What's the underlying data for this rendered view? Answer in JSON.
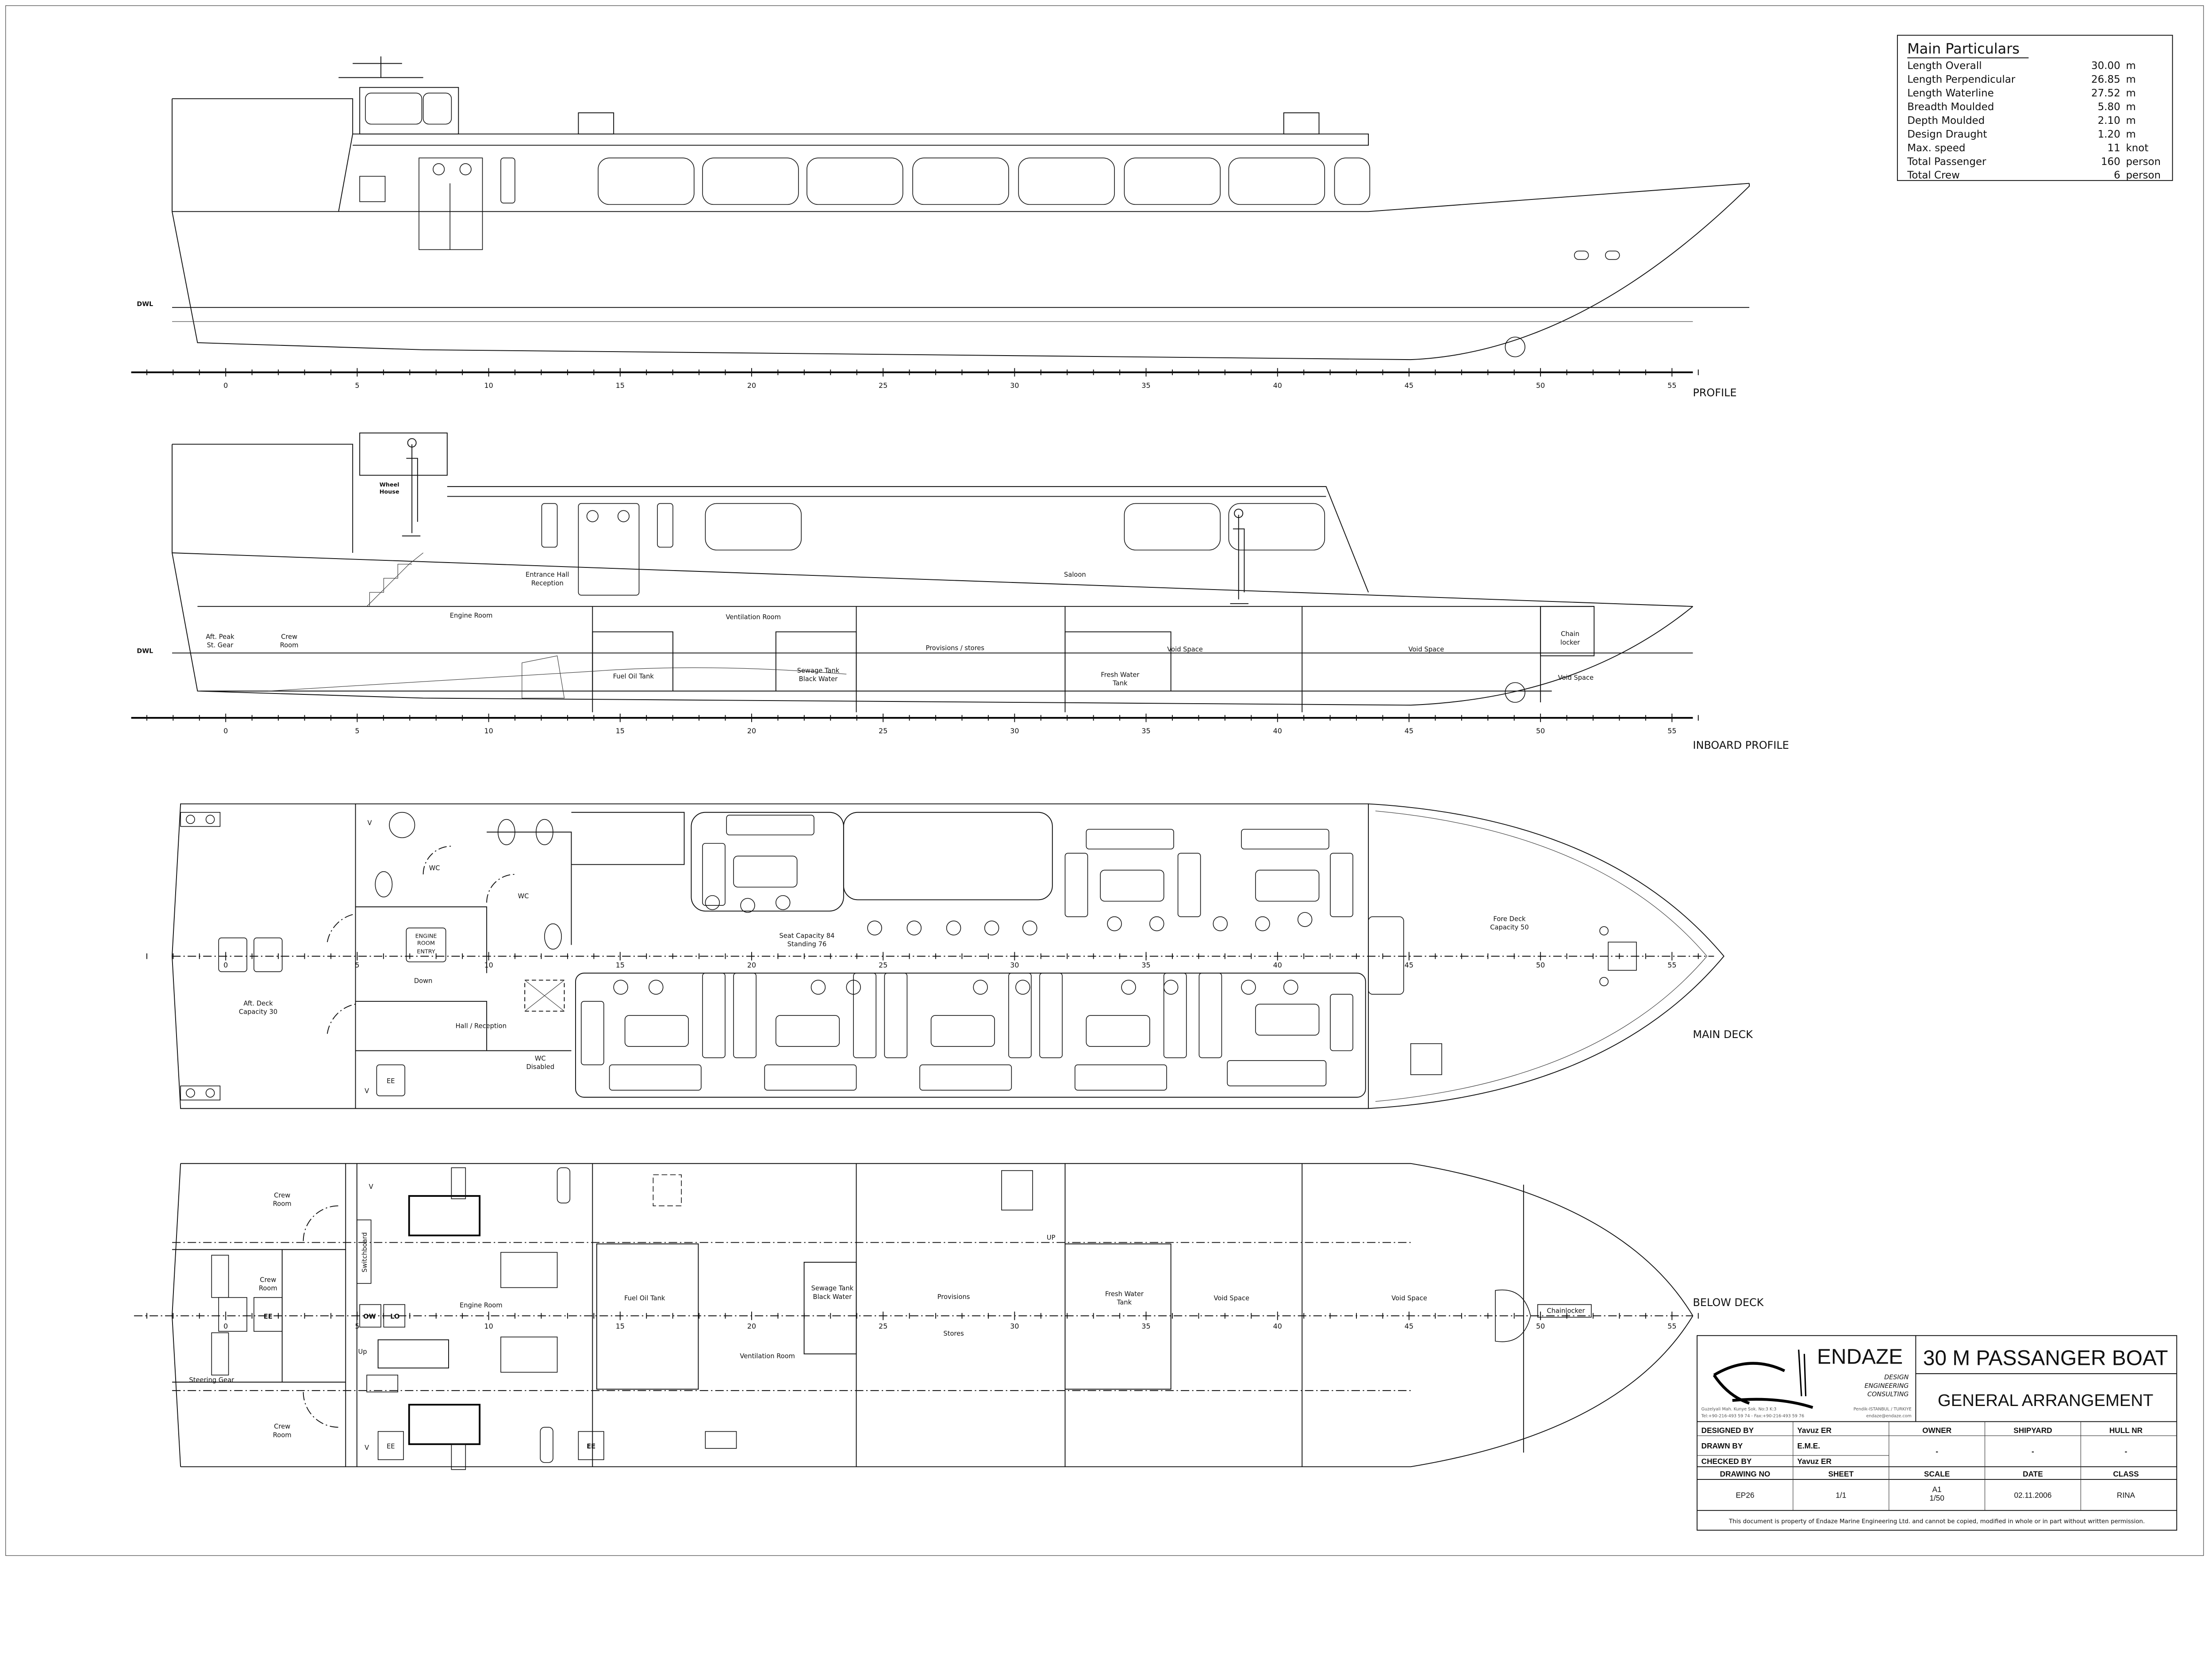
{
  "views": {
    "profile": "PROFILE",
    "inboard_profile": "INBOARD PROFILE",
    "main_deck": "MAIN DECK",
    "below_deck": "BELOW DECK"
  },
  "dwl_label": "DWL",
  "frame_numbers": [
    "0",
    "5",
    "10",
    "15",
    "20",
    "25",
    "30",
    "35",
    "40",
    "45",
    "50",
    "55"
  ],
  "inboard_labels": {
    "wheel_house_1": "Wheel",
    "wheel_house_2": "House",
    "entrance_1": "Entrance Hall",
    "entrance_2": "Reception",
    "saloon": "Saloon",
    "engine_room": "Engine Room",
    "ventilation_room": "Ventilation Room",
    "aft_peak_1": "Aft. Peak",
    "aft_peak_2": "St. Gear",
    "crew_1": "Crew",
    "crew_2": "Room",
    "provisions": "Provisions / stores",
    "fuel_oil_tank": "Fuel Oil Tank",
    "sewage_1": "Sewage Tank",
    "sewage_2": "Black Water",
    "fresh_1": "Fresh Water",
    "fresh_2": "Tank",
    "void_1": "Void Space",
    "void_2": "Void Space",
    "chain_1": "Chain",
    "chain_2": "locker",
    "void_3": "Void Space"
  },
  "main_deck_labels": {
    "v1": "V",
    "v2": "V",
    "wc1": "WC",
    "wc2": "WC",
    "engine_entry_1": "ENGINE",
    "engine_entry_2": "ROOM",
    "engine_entry_3": "ENTRY",
    "down": "Down",
    "aft_deck_1": "Aft. Deck",
    "aft_deck_2": "Capacity 30",
    "hall": "Hall / Reception",
    "wc_dis_1": "WC",
    "wc_dis_2": "Disabled",
    "ee": "EE",
    "seat_1": "Seat Capacity 84",
    "seat_2": "Standing 76",
    "fore_1": "Fore Deck",
    "fore_2": "Capacity 50"
  },
  "below_deck_labels": {
    "crew_a1": "Crew",
    "crew_a2": "Room",
    "crew_b1": "Crew",
    "crew_b2": "Room",
    "crew_c1": "Crew",
    "crew_c2": "Room",
    "steering": "Steering Gear",
    "switchboard": "Switchboard",
    "v1": "V",
    "v2": "V",
    "ow": "OW",
    "lo": "LO",
    "ee1": "EE",
    "ee2": "EE",
    "ee3": "EE",
    "up": "Up",
    "engine_room": "Engine Room",
    "fuel_oil_tank": "Fuel Oil Tank",
    "sewage_1": "Sewage Tank",
    "sewage_2": "Black Water",
    "provisions": "Provisions",
    "stores": "Stores",
    "ventilation": "Ventilation Room",
    "fresh_1": "Fresh Water",
    "fresh_2": "Tank",
    "void_1": "Void Space",
    "void_2": "Void Space",
    "chainlocker": "Chainlocker",
    "up2": "UP"
  },
  "main_particulars": {
    "title": "Main Particulars",
    "rows": [
      {
        "label": "Length Overall",
        "value": "30.00",
        "unit": "m"
      },
      {
        "label": "Length Perpendicular",
        "value": "26.85",
        "unit": "m"
      },
      {
        "label": "Length Waterline",
        "value": "27.52",
        "unit": "m"
      },
      {
        "label": "Breadth Moulded",
        "value": "5.80",
        "unit": "m"
      },
      {
        "label": "Depth Moulded",
        "value": "2.10",
        "unit": "m"
      },
      {
        "label": "Design Draught",
        "value": "1.20",
        "unit": "m"
      },
      {
        "label": "Max. speed",
        "value": "11",
        "unit": "knot"
      },
      {
        "label": "Total Passenger",
        "value": "160",
        "unit": "person"
      },
      {
        "label": "Total Crew",
        "value": "6",
        "unit": "person"
      }
    ]
  },
  "title_block": {
    "company": "ENDAZE",
    "tagline_1": "DESIGN",
    "tagline_2": "ENGINEERING",
    "tagline_3": "CONSULTING",
    "address_1": "Guzelyali Mah. Kunye Sok. No:3 K:3",
    "address_2": "Tel:+90-216-493 59 74 - Fax:+90-216-493 59 76",
    "city": "Pendik-ISTANBUL / TURKIYE",
    "email": "endaze@endaze.com",
    "project": "30 M PASSANGER BOAT",
    "drawing_title": "GENERAL ARRANGEMENT",
    "designed_by_label": "DESIGNED BY",
    "designed_by": "Yavuz ER",
    "drawn_by_label": "DRAWN BY",
    "drawn_by": "E.M.E.",
    "checked_by_label": "CHECKED BY",
    "checked_by": "Yavuz ER",
    "owner_label": "OWNER",
    "owner": "-",
    "shipyard_label": "SHIPYARD",
    "shipyard": "-",
    "hull_nr_label": "HULL NR",
    "hull_nr": "-",
    "drawing_no_label": "DRAWING NO",
    "drawing_no": "EP26",
    "sheet_label": "SHEET",
    "sheet": "1/1",
    "scale_label": "SCALE",
    "scale_1": "A1",
    "scale_2": "1/50",
    "date_label": "DATE",
    "date": "02.11.2006",
    "class_label": "CLASS",
    "class": "RINA",
    "disclaimer": "This document is property of  Endaze Marine Engineering Ltd. and cannot be copied, modified in whole or in part without written permission."
  }
}
